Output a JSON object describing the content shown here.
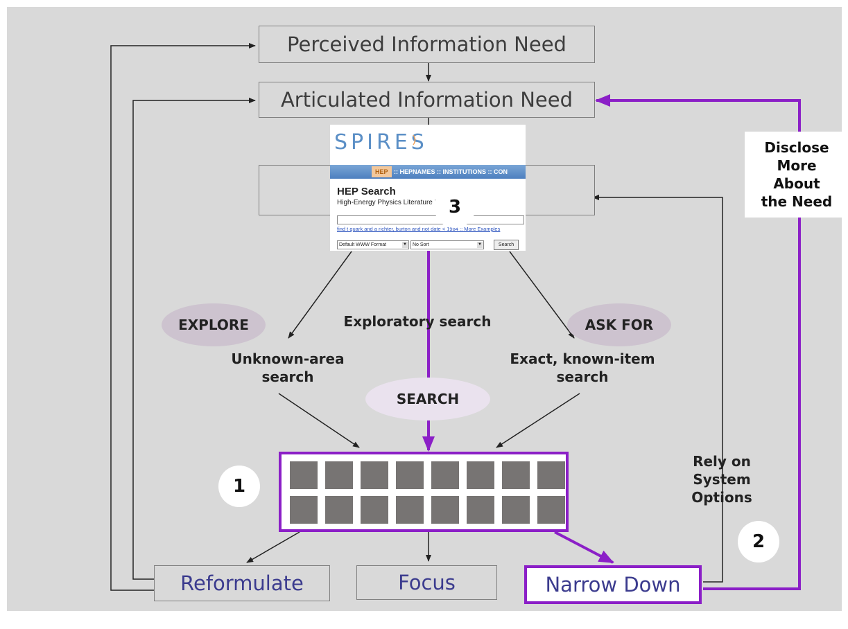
{
  "nodes": {
    "perceived": "Perceived Information Need",
    "articulated": "Articulated Information Need",
    "reformulate": "Reformulate",
    "focus": "Focus",
    "narrow_down": "Narrow Down"
  },
  "ellipses": {
    "explore": "EXPLORE",
    "ask_for": "ASK FOR",
    "search": "SEARCH"
  },
  "labels": {
    "exploratory_search": "Exploratory search",
    "unknown_area_line1": "Unknown-area",
    "unknown_area_line2": "search",
    "known_item_line1": "Exact, known-item",
    "known_item_line2": "search",
    "rely_line1": "Rely on",
    "rely_line2": "System",
    "rely_line3": "Options",
    "disclose_line1": "Disclose",
    "disclose_line2": "More",
    "disclose_line3": "About",
    "disclose_line4": "the Need"
  },
  "badges": {
    "one": "1",
    "two": "2",
    "three": "3"
  },
  "spires": {
    "logo": "SPIRES",
    "nav_active": "HEP",
    "nav_links": ":: HEPNAMES :: INSTITUTIONS :: CON",
    "title": "HEP Search",
    "subtitle": "High-Energy Physics Literature Database",
    "example": "find t quark and a richter, burton and not date < 1984 :: More Examples",
    "format_select": "Default WWW Format",
    "sort_select": "No Sort",
    "search_button": "Search"
  },
  "colors": {
    "accent_purple": "#8b1fc7",
    "background": "#d9d9d9",
    "node_text_blue": "#3b3b8e"
  }
}
